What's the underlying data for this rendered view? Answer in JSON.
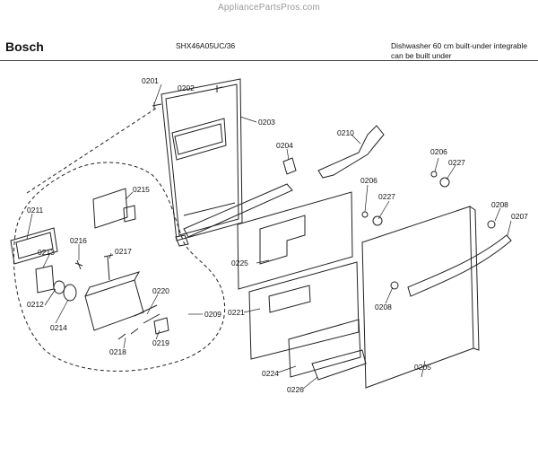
{
  "watermark": "AppliancePartsPros.com",
  "header": {
    "brand": "Bosch",
    "model": "SHX46A05UC/36",
    "description_line1": "Dishwasher 60 cm built-under integrable",
    "description_line2": "can be built under"
  },
  "parts": {
    "p0201": "0201",
    "p0202": "0202",
    "p0203": "0203",
    "p0204": "0204",
    "p0205": "0205",
    "p0206a": "0206",
    "p0206b": "0206",
    "p0207": "0207",
    "p0208a": "0208",
    "p0208b": "0208",
    "p0209": "0209",
    "p0210": "0210",
    "p0211": "0211",
    "p0212": "0212",
    "p0213": "0213",
    "p0214": "0214",
    "p0215": "0215",
    "p0216": "0216",
    "p0217": "0217",
    "p0218": "0218",
    "p0219": "0219",
    "p0220": "0220",
    "p0221": "0221",
    "p0224": "0224",
    "p0225": "0225",
    "p0226": "0226",
    "p0227a": "0227",
    "p0227b": "0227"
  }
}
